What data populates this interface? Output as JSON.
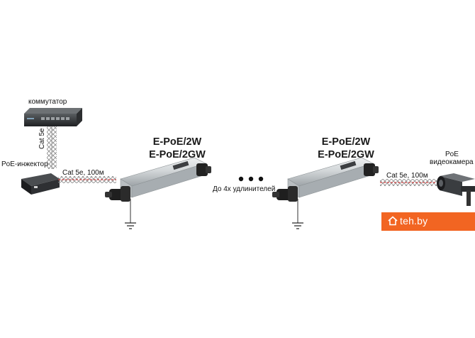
{
  "labels": {
    "switch": "коммутатор",
    "cat_vertical": "Cat 5e",
    "injector": "PoE-инжектор",
    "cable_left": "Cat 5e, 100м",
    "extender_1_model_1": "E-PoE/2W",
    "extender_1_model_2": "E-PoE/2GW",
    "up_to_extenders": "До 4х удлинителей",
    "extender_2_model_1": "E-PoE/2W",
    "extender_2_model_2": "E-PoE/2GW",
    "cable_right": "Cat 5e, 100м",
    "camera_line1": "PoE",
    "camera_line2": "видеокамера"
  },
  "watermark": {
    "text": "teh.by",
    "color": "#f26522",
    "icon": "home-icon"
  },
  "colors": {
    "cable_braid": "#8a8a8a",
    "cable_red": "#d21f1f",
    "device_body": "#d8dcde",
    "device_dark": "#2b2b2b"
  }
}
